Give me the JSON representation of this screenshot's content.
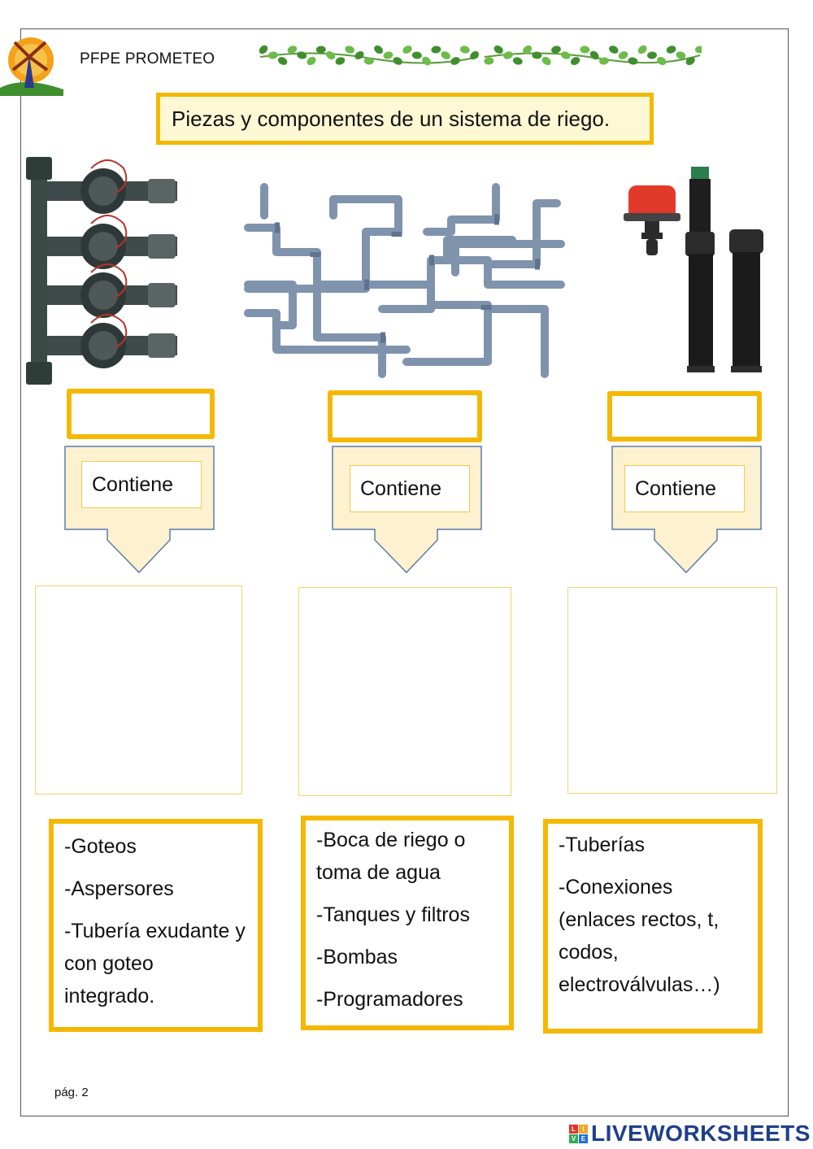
{
  "header": {
    "school_name": "PFPE PROMETEO",
    "logo_icon": "windmill-sun-logo-icon",
    "decoration_icon": "ivy-vine-border-icon"
  },
  "title": "Piezas y componentes de un sistema de riego.",
  "columns": [
    {
      "image_icon": "solenoid-valve-manifold-image",
      "answer_value": "",
      "contiene_label": "Contiene",
      "items": [
        "-Goteos",
        "-Aspersores",
        "-Tubería exudante y con goteo integrado."
      ]
    },
    {
      "image_icon": "pvc-pipes-network-image",
      "answer_value": "",
      "contiene_label": "Contiene",
      "items": [
        "-Boca de riego o toma de agua",
        "-Tanques y filtros",
        "-Bombas",
        "-Programadores"
      ]
    },
    {
      "image_icon": "drippers-and-sprinklers-image",
      "answer_value": "",
      "contiene_label": "Contiene",
      "items": [
        "-Tuberías",
        "-Conexiones (enlaces rectos, t, codos, electroválvulas…)"
      ]
    }
  ],
  "footer": {
    "page_number": "pág. 2",
    "brand": "LIVEWORKSHEETS",
    "brand_color": "#1e3f8a",
    "accent_color": "#f5b800"
  }
}
